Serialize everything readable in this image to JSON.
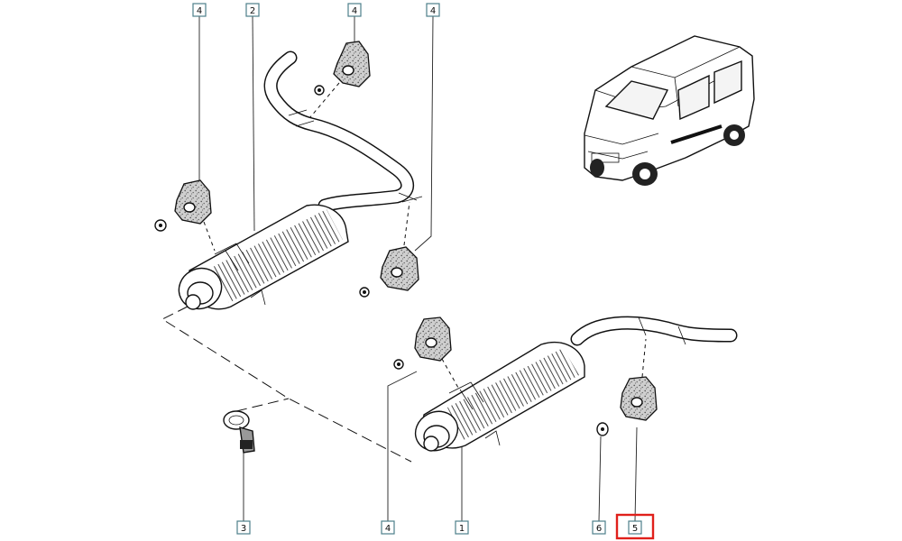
{
  "diagram": {
    "callouts": [
      {
        "id": "c4a",
        "label": "4"
      },
      {
        "id": "c2",
        "label": "2"
      },
      {
        "id": "c4b",
        "label": "4"
      },
      {
        "id": "c4c",
        "label": "4"
      },
      {
        "id": "c3",
        "label": "3"
      },
      {
        "id": "c4d",
        "label": "4"
      },
      {
        "id": "c1",
        "label": "1"
      },
      {
        "id": "c6",
        "label": "6"
      },
      {
        "id": "c5",
        "label": "5"
      }
    ],
    "highlighted_callout": "5",
    "highlight_color": "#e0201b",
    "callout_border_color": "#4d7f8a"
  }
}
